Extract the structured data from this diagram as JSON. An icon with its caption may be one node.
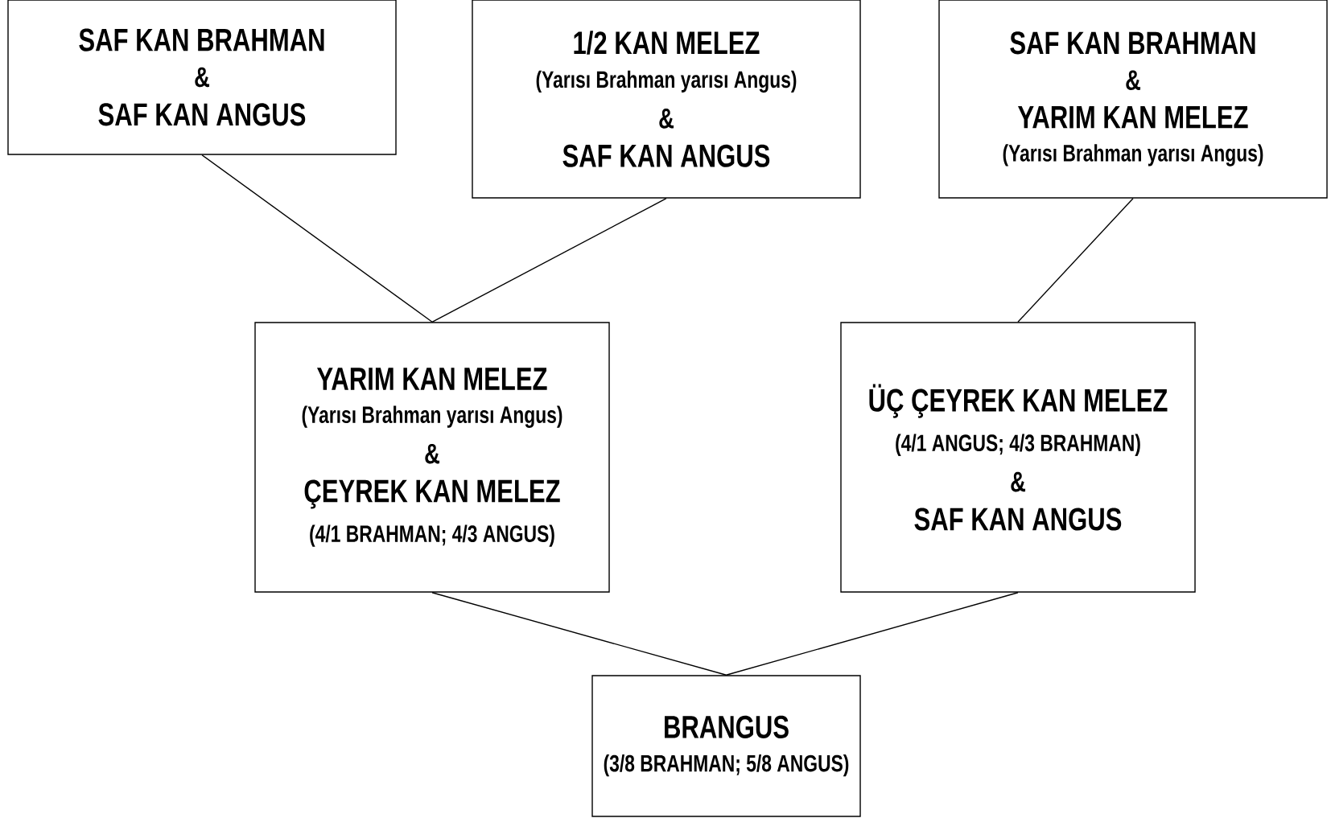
{
  "diagram": {
    "nodes": [
      {
        "text": [
          "SAF KAN BRAHMAN",
          "&",
          "SAF KAN ANGUS"
        ]
      },
      {
        "text": [
          "1/2 KAN MELEZ",
          "(Yarısı Brahman yarısı Angus)",
          "&",
          "SAF KAN ANGUS"
        ]
      },
      {
        "text": [
          "SAF KAN BRAHMAN",
          "&",
          "YARIM KAN MELEZ",
          "(Yarısı Brahman yarısı Angus)"
        ]
      },
      {
        "text": [
          "YARIM KAN MELEZ",
          "(Yarısı Brahman yarısı Angus)",
          "&",
          "ÇEYREK KAN MELEZ",
          "(4/1 BRAHMAN; 4/3 ANGUS)"
        ]
      },
      {
        "text": [
          "ÜÇ ÇEYREK KAN MELEZ",
          "(4/1 ANGUS; 4/3 BRAHMAN)",
          "&",
          "SAF KAN ANGUS"
        ]
      },
      {
        "text": [
          "BRANGUS",
          "(3/8 BRAHMAN; 5/8 ANGUS)"
        ]
      }
    ],
    "edges": [
      {
        "from": 0,
        "to": 3,
        "arrow": "none"
      },
      {
        "from": 1,
        "to": 3,
        "arrow": "none"
      },
      {
        "from": 2,
        "to": 4,
        "arrow": "none"
      },
      {
        "from": 3,
        "to": 5,
        "arrow": "none"
      },
      {
        "from": 4,
        "to": 5,
        "arrow": "none"
      }
    ]
  }
}
